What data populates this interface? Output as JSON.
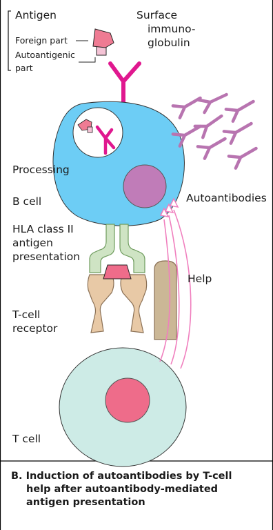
{
  "labels": {
    "antigen": "Antigen",
    "foreign_part": "Foreign part",
    "autoantigenic_part": [
      "Autoantigenic",
      "part"
    ],
    "surface_ig": [
      "Surface",
      "immuno-",
      "globulin"
    ],
    "processing": "Processing",
    "b_cell": "B cell",
    "autoantibodies": "Autoantibodies",
    "hla": [
      "HLA class II",
      "antigen",
      "presentation"
    ],
    "help": "Help",
    "tcr": [
      "T-cell",
      "receptor"
    ],
    "t_cell": "T cell"
  },
  "caption": {
    "letter": "B.",
    "lines": [
      "Induction of autoantibodies  by T-cell",
      "help after autoantibody-mediated",
      "antigen presentation"
    ]
  },
  "colors": {
    "b_cell": "#6dcdf5",
    "b_nucleus": "#c07cb8",
    "t_cell": "#cdebe6",
    "t_nucleus": "#ee6c8a",
    "antibody": "#e0188f",
    "autoantibody": "#b874b0",
    "foreign_part": "#ef7b93",
    "autoantigenic_part": "#f4c3d5",
    "hla": "#cfe4c4",
    "hla_stroke": "#6f9c5e",
    "tcr": "#e8c9a6",
    "tcr_stroke": "#8a7055",
    "cd4": "#cbb796",
    "help_arrow": "#f07fbe"
  }
}
